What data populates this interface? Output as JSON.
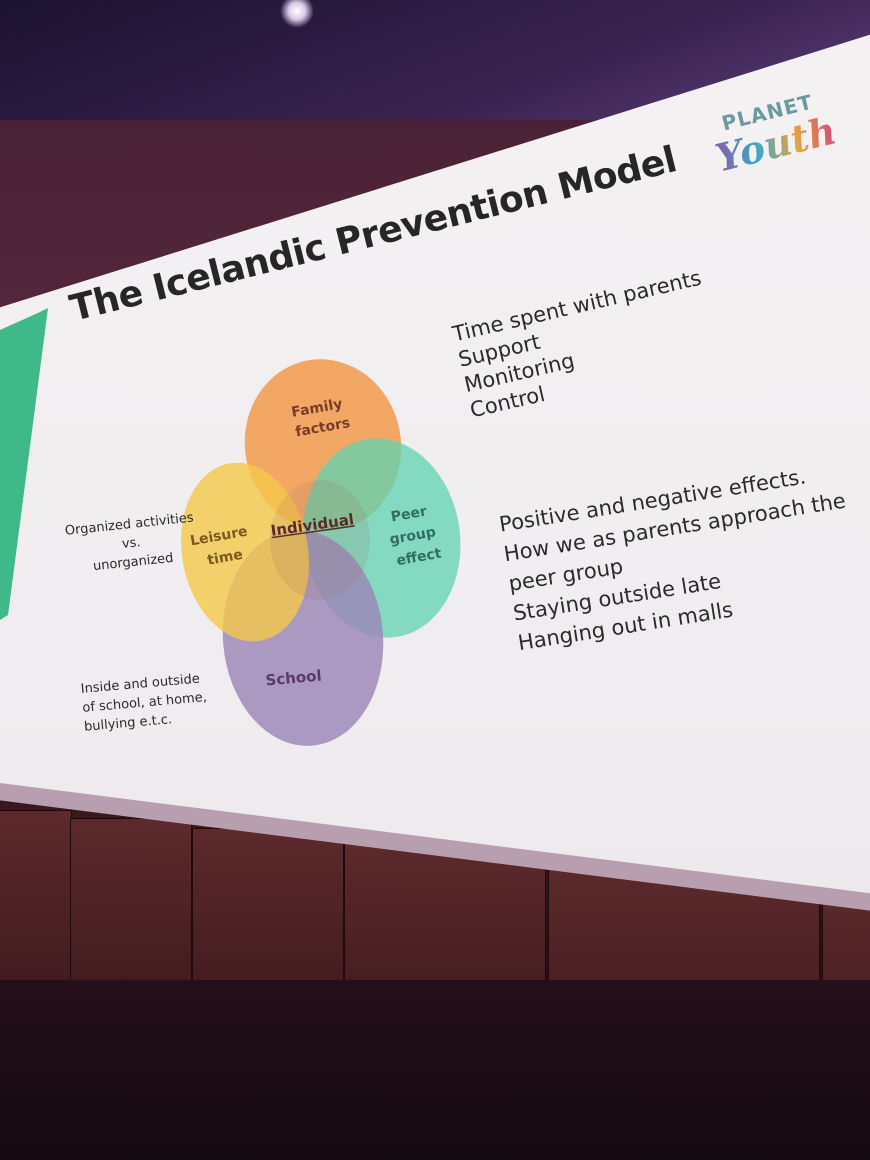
{
  "slide": {
    "title": "The Icelandic Prevention Model",
    "logo": {
      "line1": "PLANET",
      "line2": "Youth"
    },
    "venn": {
      "family": "Family factors",
      "family_l1": "Family",
      "family_l2": "factors",
      "leisure_l1": "Leisure",
      "leisure_l2": "time",
      "peer_l1": "Peer",
      "peer_l2": "group",
      "peer_l3": "effect",
      "school": "School",
      "center": "Individual"
    },
    "family_notes": [
      "Time spent with parents",
      "Support",
      "Monitoring",
      "Control"
    ],
    "peer_notes": [
      "Positive and negative effects.",
      "How we as parents approach the",
      "peer group",
      "Staying outside late",
      "Hanging out in malls"
    ],
    "leisure_notes": [
      "Organized activities",
      "vs.",
      "unorganized"
    ],
    "school_notes": [
      "Inside and outside",
      "of school, at home,",
      "bullying e.t.c."
    ]
  },
  "colors": {
    "family": "#f39a4c",
    "leisure": "#f5c84a",
    "peer": "#5fd3b0",
    "school": "#9b86b8",
    "accent": "#3fb88a"
  }
}
